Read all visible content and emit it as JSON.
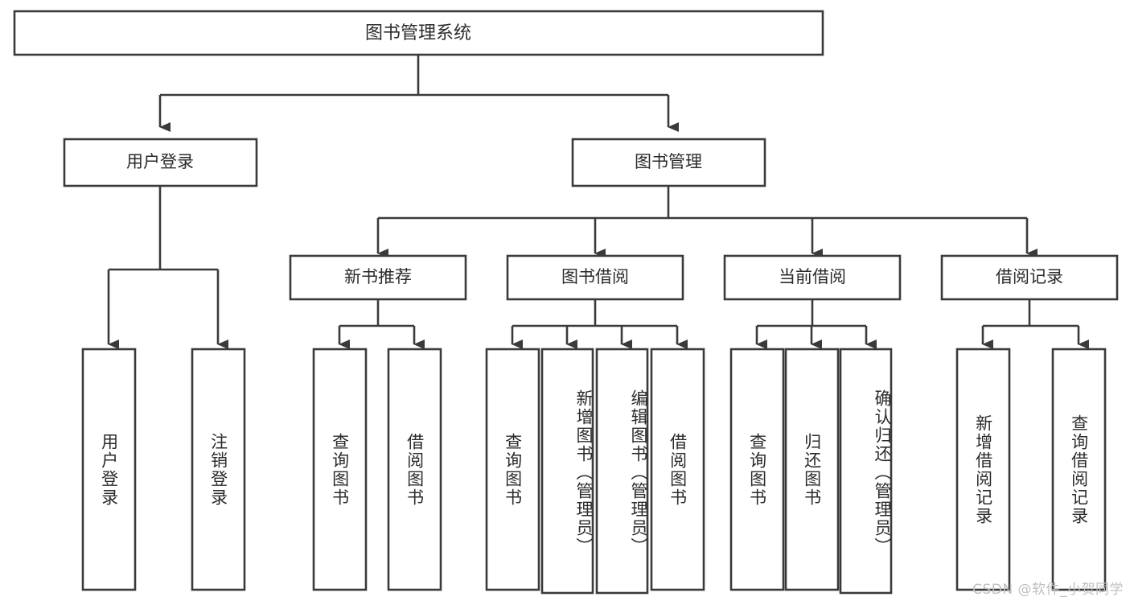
{
  "diagram": {
    "title": "图书管理系统",
    "type": "tree-hierarchy-chart",
    "watermark": "CSDN @软件_小贺同学",
    "colors": {
      "box_fill": "#ffffff",
      "box_stroke": "#3a3a3a",
      "text": "#2b2b2b",
      "watermark": "#bfbfbf",
      "background": "#ffffff"
    }
  },
  "root": {
    "label": "图书管理系统"
  },
  "level1": [
    {
      "label": "用户登录"
    },
    {
      "label": "图书管理"
    }
  ],
  "level2": [
    {
      "label": "新书推荐"
    },
    {
      "label": "图书借阅"
    },
    {
      "label": "当前借阅"
    },
    {
      "label": "借阅记录"
    }
  ],
  "leaves": {
    "user_login": [
      {
        "label": "用户登录"
      },
      {
        "label": "注销登录"
      }
    ],
    "new_book_recommend": [
      {
        "label": "查询图书"
      },
      {
        "label": "借阅图书"
      }
    ],
    "book_borrow": [
      {
        "label": "查询图书"
      },
      {
        "label": "新增图书（管理员）"
      },
      {
        "label": "编辑图书（管理员）"
      },
      {
        "label": "借阅图书"
      }
    ],
    "current_borrow": [
      {
        "label": "查询图书"
      },
      {
        "label": "归还图书"
      },
      {
        "label": "确认归还（管理员）"
      }
    ],
    "borrow_record": [
      {
        "label": "新增借阅记录"
      },
      {
        "label": "查询借阅记录"
      }
    ]
  }
}
